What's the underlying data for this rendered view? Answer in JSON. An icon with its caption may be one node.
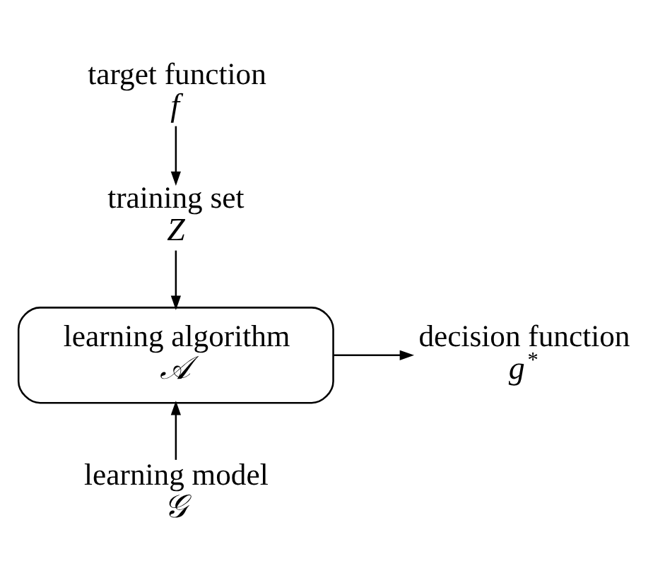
{
  "diagram": {
    "nodes": [
      {
        "text": [
          "target function",
          "f"
        ]
      },
      {
        "text": [
          "training set",
          "Z"
        ]
      },
      {
        "text": [
          "learning algorithm",
          "𝒜"
        ]
      },
      {
        "text": [
          "decision function",
          "g$^{*}$"
        ]
      },
      {
        "text": [
          "learning model",
          "𝒢"
        ]
      }
    ],
    "edges": [
      {
        "from": 0,
        "to": 1,
        "arrow": "to"
      },
      {
        "from": 1,
        "to": 2,
        "arrow": "to"
      },
      {
        "from": 4,
        "to": 2,
        "arrow": "to"
      },
      {
        "from": 2,
        "to": 3,
        "arrow": "to"
      }
    ]
  }
}
